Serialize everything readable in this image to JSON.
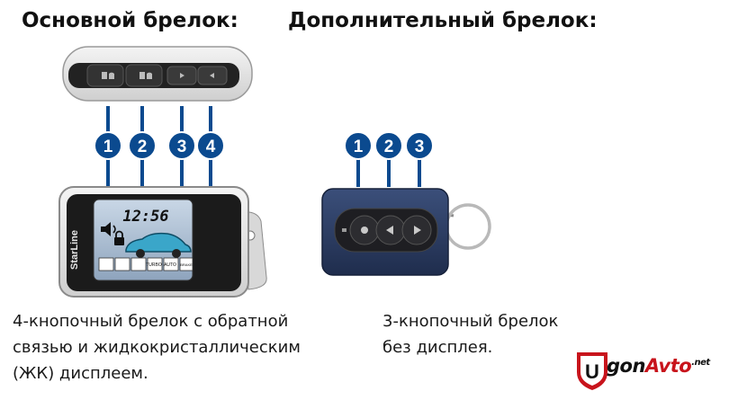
{
  "titles": {
    "main": "Основной брелок:",
    "extra": "Дополнительный брелок:"
  },
  "lcd": {
    "time": "12:56",
    "brand": "StarLine",
    "icons": [
      "TURBO",
      "AUTO",
      "BRAKE"
    ]
  },
  "markers": [
    "1",
    "2",
    "3",
    "4"
  ],
  "extra_markers": [
    "1",
    "2",
    "3"
  ],
  "descriptions": {
    "main": [
      "4-кнопочный брелок с обратной",
      "связью и  жидкокристаллическим",
      "(ЖК) дисплеем."
    ],
    "extra": [
      "3-кнопочный брелок",
      "без дисплея."
    ]
  },
  "watermark": {
    "letter": "U",
    "part1": "gon",
    "part2": "Avto",
    "suffix": ".net"
  },
  "colors": {
    "marker_blue": "#0b4a8f",
    "key_blue": "#2a3d63",
    "accent_red": "#c8141c"
  }
}
